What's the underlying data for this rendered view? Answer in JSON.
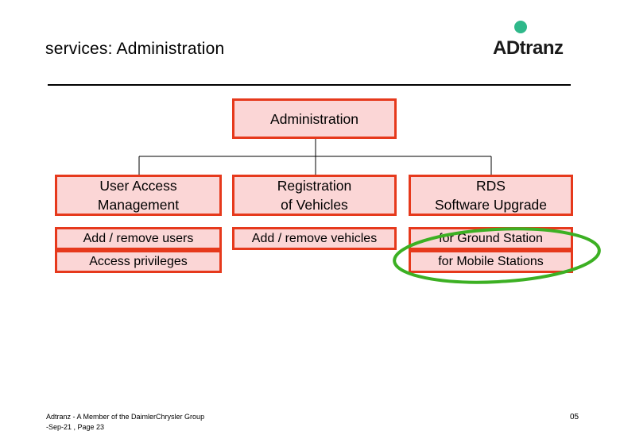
{
  "header": {
    "title": "services: Administration",
    "logo_text": "ADtranz"
  },
  "diagram": {
    "root": "Administration",
    "columns": [
      {
        "header": [
          "User Access",
          "Management"
        ],
        "items": [
          "Add / remove users",
          "Access privileges"
        ]
      },
      {
        "header": [
          "Registration",
          "of Vehicles"
        ],
        "items": [
          "Add / remove vehicles"
        ]
      },
      {
        "header": [
          "RDS",
          "Software Upgrade"
        ],
        "items": [
          "for Ground Station",
          "for Mobile Stations"
        ]
      }
    ],
    "highlight_color": "#3cb023"
  },
  "footer": {
    "company": "Adtranz - A Member of the DaimlerChrysler Group",
    "date_page": "-Sep-21 , Page 23",
    "page_number": "05"
  }
}
